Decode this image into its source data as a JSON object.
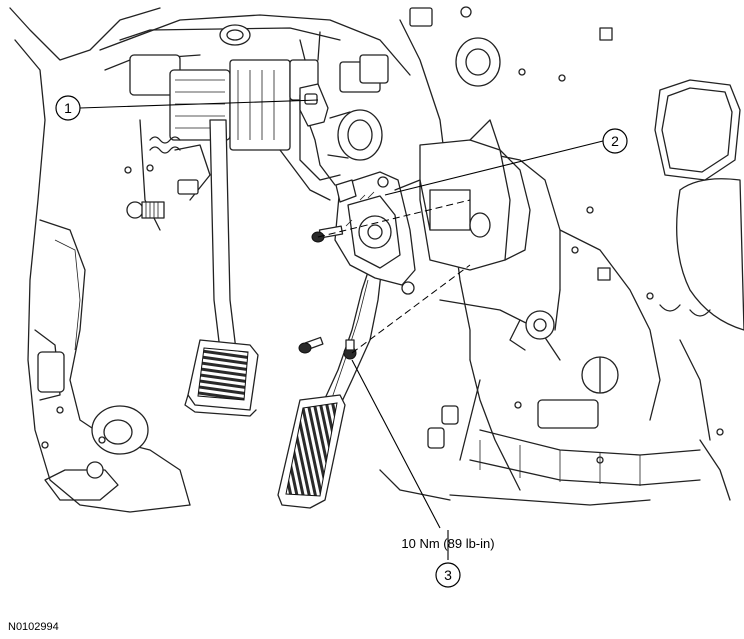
{
  "callouts": [
    {
      "id": "1",
      "label": "1"
    },
    {
      "id": "2",
      "label": "2"
    },
    {
      "id": "3",
      "label": "3"
    }
  ],
  "torque_spec": "10 Nm (89 lb-in)",
  "figure_id": "N0102994"
}
